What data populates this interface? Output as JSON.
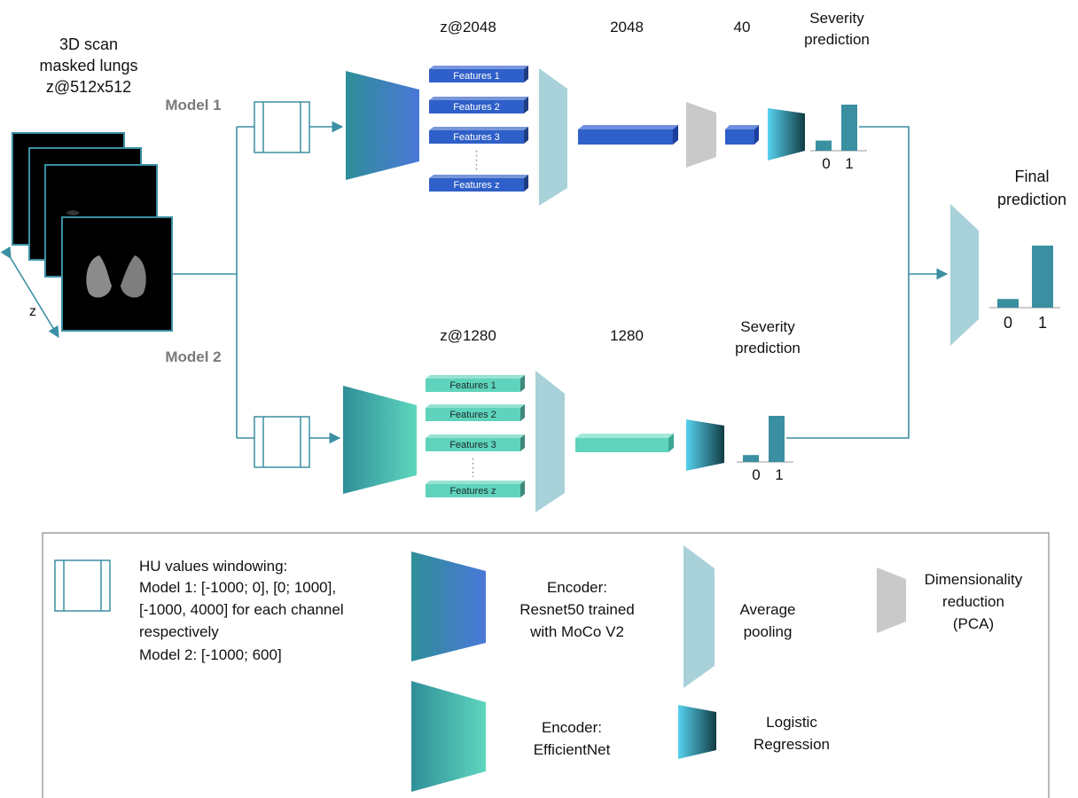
{
  "input": {
    "title_lines": [
      "3D scan",
      "masked lungs",
      "z@512x512"
    ],
    "axis_label": "z"
  },
  "model1": {
    "label": "Model 1",
    "header_features": "z@2048",
    "header_pooled": "2048",
    "header_reduced": "40",
    "severity_lines": [
      "Severity",
      "prediction"
    ],
    "features": [
      "Features 1",
      "Features 2",
      "Features 3",
      "Features z"
    ],
    "bar_labels": [
      "0",
      "1"
    ],
    "bar_values": [
      0.22,
      1.0
    ],
    "color": "#2f5fc8"
  },
  "model2": {
    "label": "Model 2",
    "header_features": "z@1280",
    "header_pooled": "1280",
    "severity_lines": [
      "Severity",
      "prediction"
    ],
    "features": [
      "Features 1",
      "Features 2",
      "Features 3",
      "Features z"
    ],
    "bar_labels": [
      "0",
      "1"
    ],
    "bar_values": [
      0.15,
      1.0
    ],
    "color": "#5fd3bc"
  },
  "final": {
    "title_lines": [
      "Final",
      "prediction"
    ],
    "bar_labels": [
      "0",
      "1"
    ],
    "bar_values": [
      0.14,
      1.0
    ]
  },
  "legend": {
    "windowing_lines": [
      "HU values windowing:",
      "Model 1: [-1000; 0], [0; 1000],",
      "[-1000, 4000] for each channel",
      "respectively",
      "Model 2: [-1000; 600]"
    ],
    "encoder1_lines": [
      "Encoder:",
      "Resnet50 trained",
      "with MoCo V2"
    ],
    "avgpool_lines": [
      "Average",
      "pooling"
    ],
    "dimred_lines": [
      "Dimensionality",
      "reduction",
      "(PCA)"
    ],
    "encoder2_lines": [
      "Encoder:",
      "EfficientNet"
    ],
    "logreg_lines": [
      "Logistic",
      "Regression"
    ]
  },
  "colors": {
    "wire": "#3b8fa3",
    "teal_bar": "#3a8fa0",
    "pool": "#a9d1d9",
    "pca": "#c9c9c9"
  }
}
